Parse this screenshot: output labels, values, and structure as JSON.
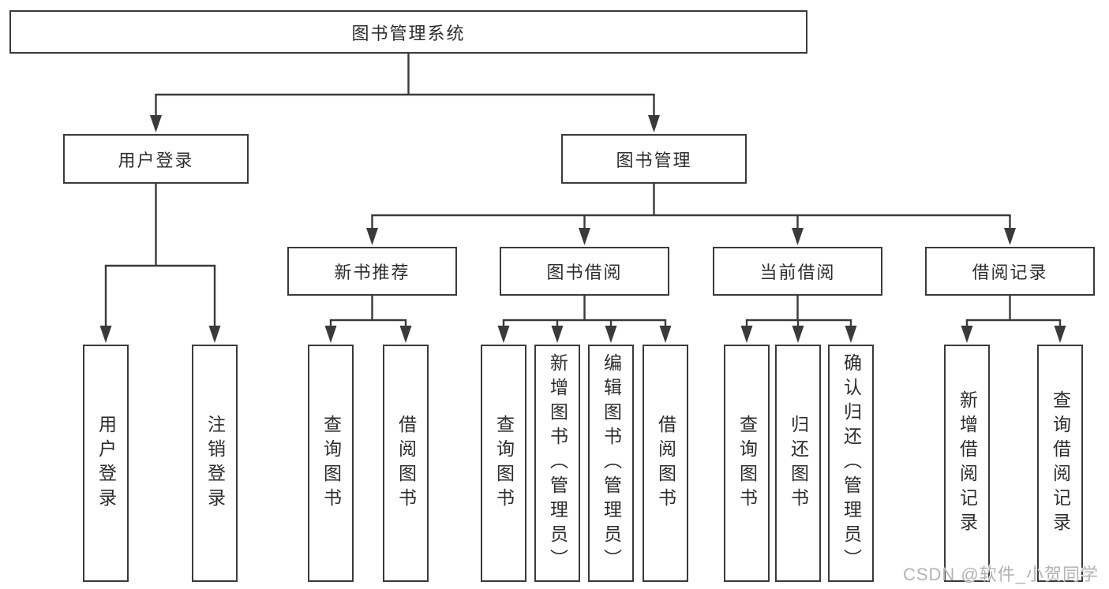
{
  "tree": {
    "label": "图书管理系统",
    "children": [
      {
        "label": "用户登录",
        "children": [
          {
            "label": "用户登录"
          },
          {
            "label": "注销登录"
          }
        ]
      },
      {
        "label": "图书管理",
        "children": [
          {
            "label": "新书推荐",
            "children": [
              {
                "label": "查询图书"
              },
              {
                "label": "借阅图书"
              }
            ]
          },
          {
            "label": "图书借阅",
            "children": [
              {
                "label": "查询图书"
              },
              {
                "label": "新增图书（管理员）"
              },
              {
                "label": "编辑图书（管理员）"
              },
              {
                "label": "借阅图书"
              }
            ]
          },
          {
            "label": "当前借阅",
            "children": [
              {
                "label": "查询图书"
              },
              {
                "label": "归还图书"
              },
              {
                "label": "确认归还（管理员）"
              }
            ]
          },
          {
            "label": "借阅记录",
            "children": [
              {
                "label": "新增借阅记录"
              },
              {
                "label": "查询借阅记录"
              }
            ]
          }
        ]
      }
    ]
  },
  "watermark": "CSDN @软件_小贺同学",
  "colors": {
    "line": "#3a3a3a",
    "box_border": "#3a3a3a",
    "text": "#2d2d2d",
    "watermark": "#b1b4b6",
    "background": "#ffffff"
  }
}
